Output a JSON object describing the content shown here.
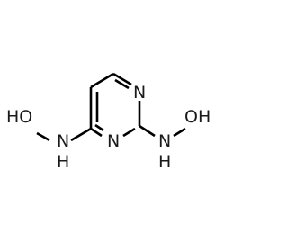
{
  "molecule": {
    "atoms": {
      "ring_n_upper": "N",
      "ring_n_lower": "N",
      "left_nh_n": "N",
      "left_nh_h": "H",
      "left_oh": "HO",
      "right_nh_n": "N",
      "right_nh_h": "H",
      "right_oh": "OH"
    }
  }
}
